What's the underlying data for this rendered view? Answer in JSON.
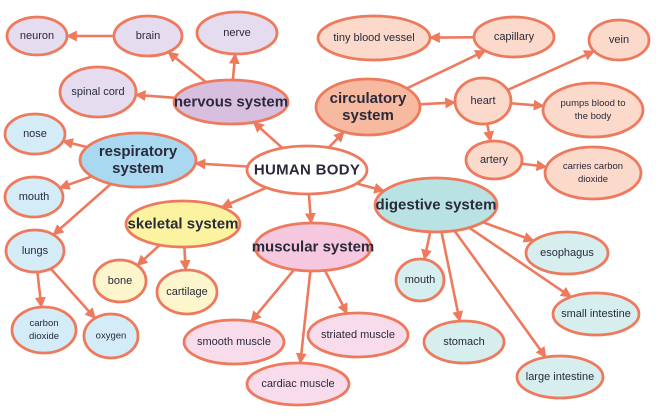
{
  "diagram": {
    "title": "HUMAN BODY",
    "colors": {
      "edge": "#ee7a5e",
      "root": "#ffffff",
      "nervous_main": "#d8bfe0",
      "nervous_leaf": "#e6dcf0",
      "circulatory_main": "#f7b9a0",
      "circulatory_leaf": "#fbd9cb",
      "respiratory_main": "#a9d9f0",
      "respiratory_leaf": "#d3ecf7",
      "skeletal_main": "#fbf3a0",
      "skeletal_leaf": "#fdf6cc",
      "muscular_main": "#f6c8df",
      "muscular_leaf": "#f9dceb",
      "digestive_main": "#b9e2e2",
      "digestive_leaf": "#d6eeee"
    },
    "nodes": {
      "root": {
        "lines": [
          "HUMAN BODY"
        ]
      },
      "nervous": {
        "lines": [
          "nervous system"
        ]
      },
      "neuron": {
        "lines": [
          "neuron"
        ]
      },
      "brain": {
        "lines": [
          "brain"
        ]
      },
      "nerve": {
        "lines": [
          "nerve"
        ]
      },
      "spinal": {
        "lines": [
          "spinal cord"
        ]
      },
      "circulatory": {
        "lines": [
          "circulatory",
          "system"
        ]
      },
      "tiny": {
        "lines": [
          "tiny blood vessel"
        ]
      },
      "capillary": {
        "lines": [
          "capillary"
        ]
      },
      "vein": {
        "lines": [
          "vein"
        ]
      },
      "heart": {
        "lines": [
          "heart"
        ]
      },
      "pumps": {
        "lines": [
          "pumps blood to",
          "the body"
        ]
      },
      "artery": {
        "lines": [
          "artery"
        ]
      },
      "carries": {
        "lines": [
          "carries carbon",
          "dioxide"
        ]
      },
      "respiratory": {
        "lines": [
          "respiratory",
          "system"
        ]
      },
      "nose": {
        "lines": [
          "nose"
        ]
      },
      "rmouth": {
        "lines": [
          "mouth"
        ]
      },
      "lungs": {
        "lines": [
          "lungs"
        ]
      },
      "co2": {
        "lines": [
          "carbon",
          "dioxide"
        ]
      },
      "oxygen": {
        "lines": [
          "oxygen"
        ]
      },
      "skeletal": {
        "lines": [
          "skeletal system"
        ]
      },
      "bone": {
        "lines": [
          "bone"
        ]
      },
      "cartilage": {
        "lines": [
          "cartilage"
        ]
      },
      "muscular": {
        "lines": [
          "muscular system"
        ]
      },
      "smooth": {
        "lines": [
          "smooth muscle"
        ]
      },
      "striated": {
        "lines": [
          "striated muscle"
        ]
      },
      "cardiac": {
        "lines": [
          "cardiac muscle"
        ]
      },
      "digestive": {
        "lines": [
          "digestive system"
        ]
      },
      "dmouth": {
        "lines": [
          "mouth"
        ]
      },
      "esophagus": {
        "lines": [
          "esophagus"
        ]
      },
      "stomach": {
        "lines": [
          "stomach"
        ]
      },
      "small": {
        "lines": [
          "small intestine"
        ]
      },
      "large": {
        "lines": [
          "large intestine"
        ]
      }
    },
    "edges": [
      [
        "root",
        "nervous"
      ],
      [
        "root",
        "circulatory"
      ],
      [
        "root",
        "respiratory"
      ],
      [
        "root",
        "skeletal"
      ],
      [
        "root",
        "muscular"
      ],
      [
        "root",
        "digestive"
      ],
      [
        "nervous",
        "brain"
      ],
      [
        "nervous",
        "nerve"
      ],
      [
        "nervous",
        "spinal"
      ],
      [
        "brain",
        "neuron"
      ],
      [
        "circulatory",
        "capillary"
      ],
      [
        "circulatory",
        "heart"
      ],
      [
        "capillary",
        "tiny"
      ],
      [
        "heart",
        "vein"
      ],
      [
        "heart",
        "pumps"
      ],
      [
        "heart",
        "artery"
      ],
      [
        "artery",
        "carries"
      ],
      [
        "respiratory",
        "nose"
      ],
      [
        "respiratory",
        "rmouth"
      ],
      [
        "respiratory",
        "lungs"
      ],
      [
        "lungs",
        "co2"
      ],
      [
        "lungs",
        "oxygen"
      ],
      [
        "skeletal",
        "bone"
      ],
      [
        "skeletal",
        "cartilage"
      ],
      [
        "muscular",
        "smooth"
      ],
      [
        "muscular",
        "cardiac"
      ],
      [
        "muscular",
        "striated"
      ],
      [
        "digestive",
        "dmouth"
      ],
      [
        "digestive",
        "stomach"
      ],
      [
        "digestive",
        "large"
      ],
      [
        "digestive",
        "small"
      ],
      [
        "digestive",
        "esophagus"
      ]
    ]
  }
}
